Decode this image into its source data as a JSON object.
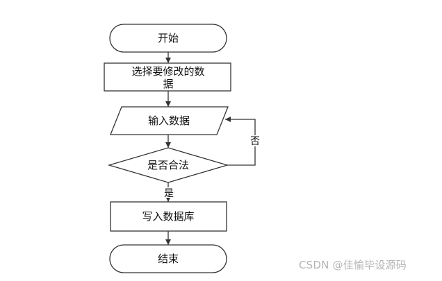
{
  "flowchart": {
    "nodes": {
      "start": "开始",
      "select": [
        "选择要修改的数",
        "据"
      ],
      "input": "输入数据",
      "decision": "是否合法",
      "write": "写入数据库",
      "end": "结束"
    },
    "edge_labels": {
      "no": "否",
      "yes": "是"
    }
  },
  "watermark": "CSDN @佳愉毕设源码",
  "colors": {
    "stroke": "#333333",
    "text": "#111111",
    "watermark": "#b4b4b4"
  }
}
